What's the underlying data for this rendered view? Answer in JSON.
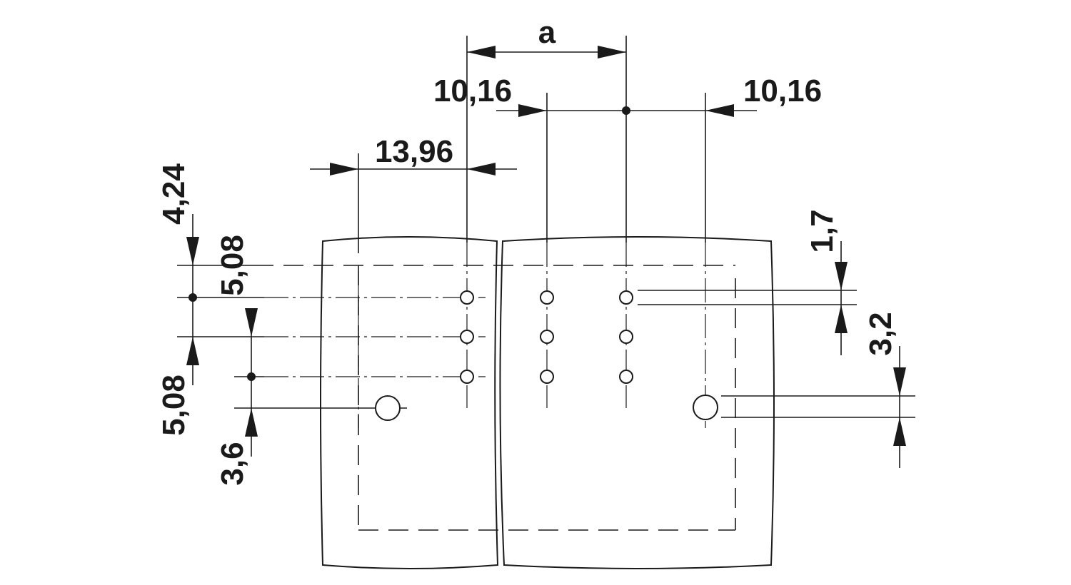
{
  "dimensions": {
    "a": "a",
    "pitch_left": "10,16",
    "pitch_right": "10,16",
    "offset_13_96": "13,96",
    "vertical_4_24": "4,24",
    "vertical_5_08_upper": "5,08",
    "vertical_5_08_lower": "5,08",
    "vertical_3_6": "3,6",
    "vertical_1_7": "1,7",
    "vertical_3_2": "3,2"
  }
}
